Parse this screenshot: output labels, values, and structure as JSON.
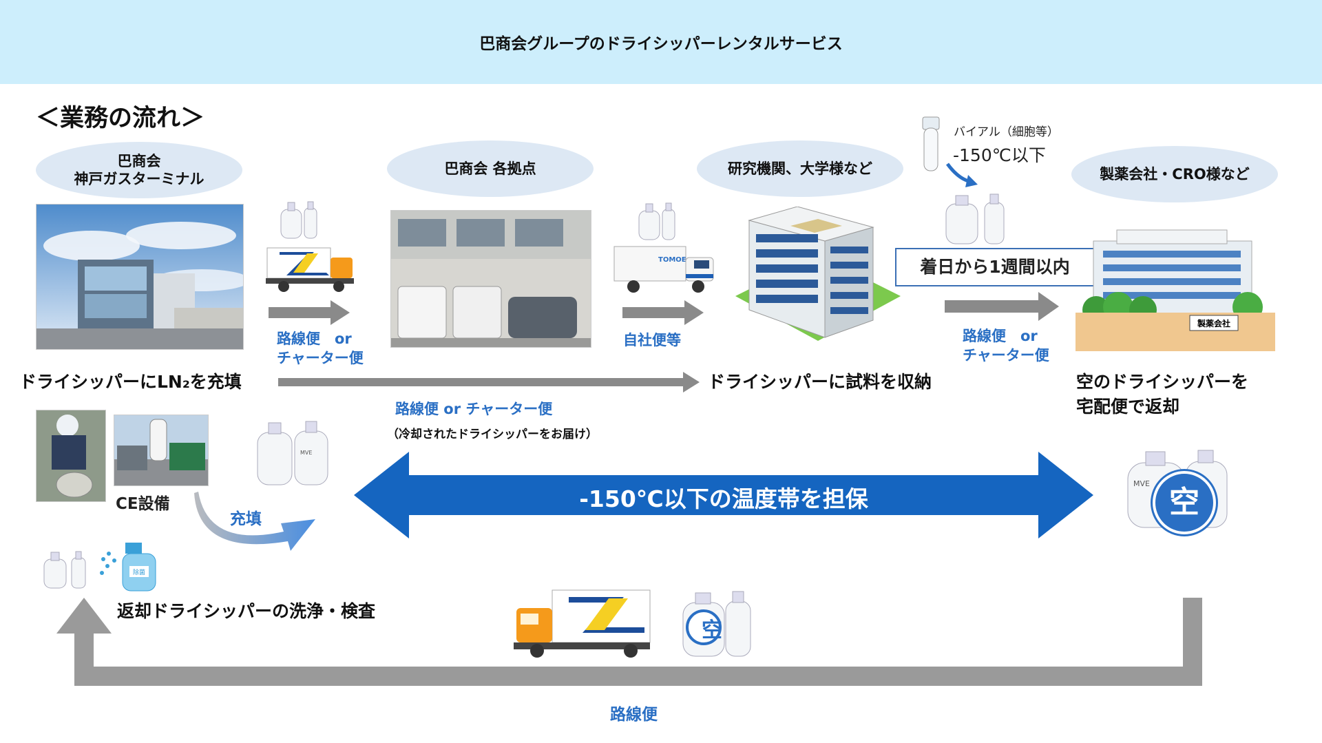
{
  "header": {
    "title": "巴商会グループのドライシッパーレンタルサービス"
  },
  "section_title": "＜業務の流れ＞",
  "bubbles": {
    "kobe": "巴商会\n神戸ガスターミナル",
    "branches": "巴商会 各拠点",
    "research": "研究機関、大学様など",
    "pharma": "製薬会社・CRO様など"
  },
  "vial": {
    "label": "バイアル（細胞等）",
    "temp": "-150℃以下"
  },
  "callout": "着日から1週間以内",
  "building_sign": "製薬会社",
  "transport": {
    "route1_a": "路線便　or",
    "route1_b": "チャーター便",
    "route2": "自社便等",
    "route3_a": "路線便　or",
    "route3_b": "チャーター便",
    "middle_main": "路線便 or チャーター便",
    "middle_sub": "（冷却されたドライシッパーをお届け）",
    "return": "路線便"
  },
  "steps": {
    "fill": "ドライシッパーにLN₂を充填",
    "store": "ドライシッパーに試料を収納",
    "return_1": "空のドライシッパーを",
    "return_2": "宅配便で返却",
    "wash": "返却ドライシッパーの洗浄・検査"
  },
  "ce_label": "CE設備",
  "fill_label": "充填",
  "band": "-150℃以下の温度帯を担保",
  "empty_char": "空",
  "mve": "MVE",
  "truck_brand": "TOMOE",
  "spray_label": "除菌",
  "colors": {
    "header_bg": "#cdeefc",
    "band_blue": "#1565c0",
    "label_blue": "#2a6fc4",
    "arrow_gray": "#8a8a8a"
  }
}
